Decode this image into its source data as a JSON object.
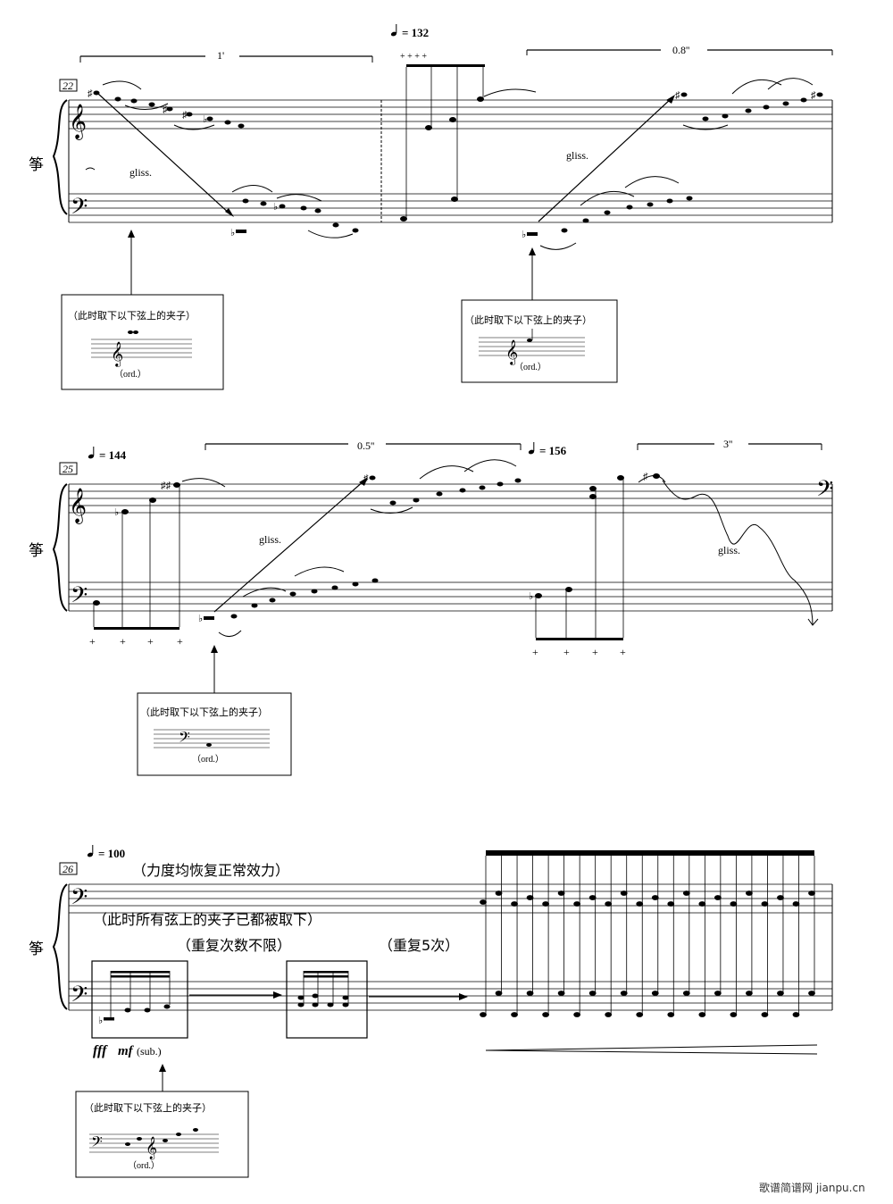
{
  "instrument": "筝",
  "watermark": "歌谱简谱网 jianpu.cn",
  "systems": [
    {
      "measure": "22",
      "tempo": "= 132",
      "durations": [
        "1'",
        "0.8''"
      ],
      "gliss": [
        "gliss.",
        "gliss."
      ],
      "boxes": [
        {
          "text": "（此时取下以下弦上的夹子）",
          "ord": "（ord.）"
        },
        {
          "text": "（此时取下以下弦上的夹子）",
          "ord": "（ord.）"
        }
      ]
    },
    {
      "measure": "25",
      "tempo1": "= 144",
      "tempo2": "= 156",
      "durations": [
        "0.5''",
        "3''"
      ],
      "gliss": [
        "gliss.",
        "gliss."
      ],
      "boxes": [
        {
          "text": "（此时取下以下弦上的夹子）",
          "ord": "（ord.）"
        }
      ]
    },
    {
      "measure": "26",
      "tempo": "= 100",
      "instr1": "（力度均恢复正常效力）",
      "instr2": "（此时所有弦上的夹子已都被取下）",
      "repeat1": "（重复次数不限）",
      "repeat2": "（重复5次）",
      "dynamics": "fff",
      "dynamics2": "mf",
      "sub": "(sub.)",
      "boxes": [
        {
          "text": "（此时取下以下弦上的夹子）",
          "ord": "（ord.）"
        }
      ]
    }
  ]
}
